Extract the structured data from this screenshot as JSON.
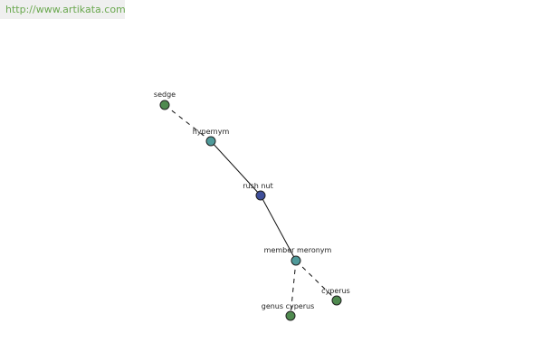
{
  "source_url": "http://www.artikata.com",
  "colors": {
    "word_node": "#4f8a4f",
    "relation_node": "#4f9a9a",
    "center_node": "#3f4f9a",
    "banner_text": "#6aa84f"
  },
  "graph": {
    "nodes": [
      {
        "id": "sedge",
        "label": "sedge",
        "kind": "word"
      },
      {
        "id": "hypernym",
        "label": "hypernym",
        "kind": "relation"
      },
      {
        "id": "rush-nut",
        "label": "rush nut",
        "kind": "center"
      },
      {
        "id": "member-meronym",
        "label": "member meronym",
        "kind": "relation"
      },
      {
        "id": "cyperus",
        "label": "cyperus",
        "kind": "word"
      },
      {
        "id": "genus-cyperus",
        "label": "genus cyperus",
        "kind": "word"
      }
    ],
    "edges": [
      {
        "from": "sedge",
        "to": "hypernym",
        "style": "dashed"
      },
      {
        "from": "hypernym",
        "to": "rush-nut",
        "style": "solid"
      },
      {
        "from": "rush-nut",
        "to": "member-meronym",
        "style": "solid"
      },
      {
        "from": "member-meronym",
        "to": "cyperus",
        "style": "dashed"
      },
      {
        "from": "member-meronym",
        "to": "genus-cyperus",
        "style": "dashed"
      }
    ]
  }
}
